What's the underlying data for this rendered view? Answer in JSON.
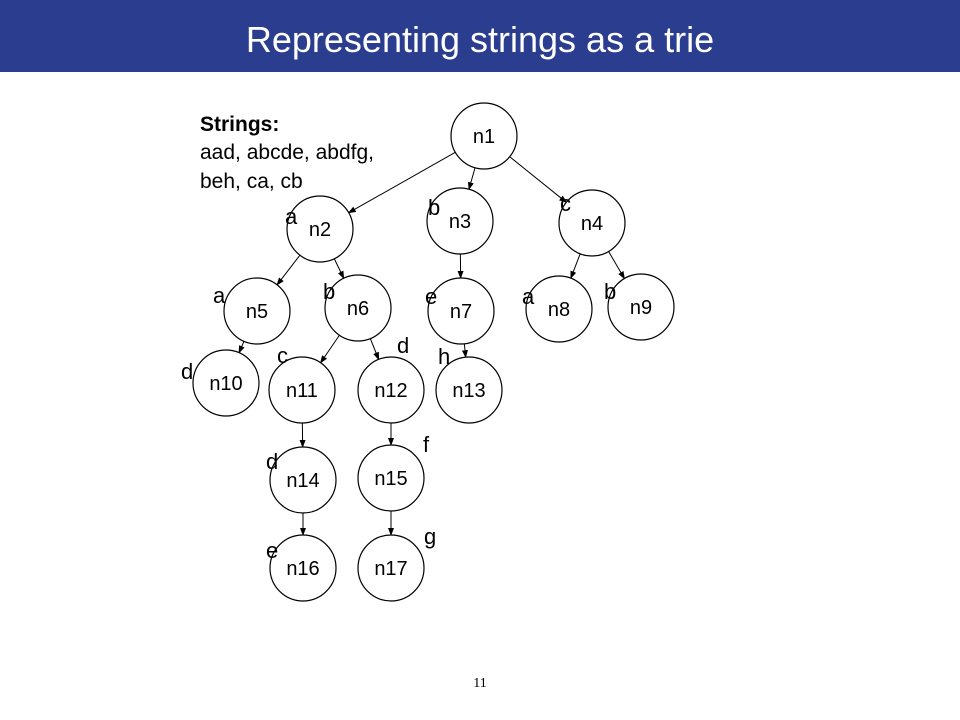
{
  "title": "Representing strings as a trie",
  "strings_box": {
    "heading": "Strings:",
    "lines": [
      "aad, abcde, abdfg,",
      "beh, ca, cb"
    ]
  },
  "nodes": [
    {
      "id": "n1",
      "label": "n1"
    },
    {
      "id": "n2",
      "label": "n2"
    },
    {
      "id": "n3",
      "label": "n3"
    },
    {
      "id": "n4",
      "label": "n4"
    },
    {
      "id": "n5",
      "label": "n5"
    },
    {
      "id": "n6",
      "label": "n6"
    },
    {
      "id": "n7",
      "label": "n7"
    },
    {
      "id": "n8",
      "label": "n8"
    },
    {
      "id": "n9",
      "label": "n9"
    },
    {
      "id": "n10",
      "label": "n10"
    },
    {
      "id": "n11",
      "label": "n11"
    },
    {
      "id": "n12",
      "label": "n12"
    },
    {
      "id": "n13",
      "label": "n13"
    },
    {
      "id": "n14",
      "label": "n14"
    },
    {
      "id": "n15",
      "label": "n15"
    },
    {
      "id": "n16",
      "label": "n16"
    },
    {
      "id": "n17",
      "label": "n17"
    }
  ],
  "edges": [
    {
      "from": "n1",
      "to": "n2",
      "label": "a"
    },
    {
      "from": "n1",
      "to": "n3",
      "label": "b"
    },
    {
      "from": "n1",
      "to": "n4",
      "label": "c"
    },
    {
      "from": "n2",
      "to": "n5",
      "label": "a"
    },
    {
      "from": "n2",
      "to": "n6",
      "label": "b"
    },
    {
      "from": "n3",
      "to": "n7",
      "label": "e"
    },
    {
      "from": "n4",
      "to": "n8",
      "label": "a"
    },
    {
      "from": "n4",
      "to": "n9",
      "label": "b"
    },
    {
      "from": "n5",
      "to": "n10",
      "label": "d"
    },
    {
      "from": "n6",
      "to": "n11",
      "label": "c"
    },
    {
      "from": "n6",
      "to": "n12",
      "label": "d"
    },
    {
      "from": "n7",
      "to": "n13",
      "label": "h"
    },
    {
      "from": "n11",
      "to": "n14",
      "label": "d"
    },
    {
      "from": "n12",
      "to": "n15",
      "label": "f"
    },
    {
      "from": "n14",
      "to": "n16",
      "label": "e"
    },
    {
      "from": "n15",
      "to": "n17",
      "label": "g"
    }
  ],
  "page_number": "11",
  "colors": {
    "title_bar": "#2b3d8f",
    "title_text": "#ffffff",
    "ink": "#000000"
  }
}
